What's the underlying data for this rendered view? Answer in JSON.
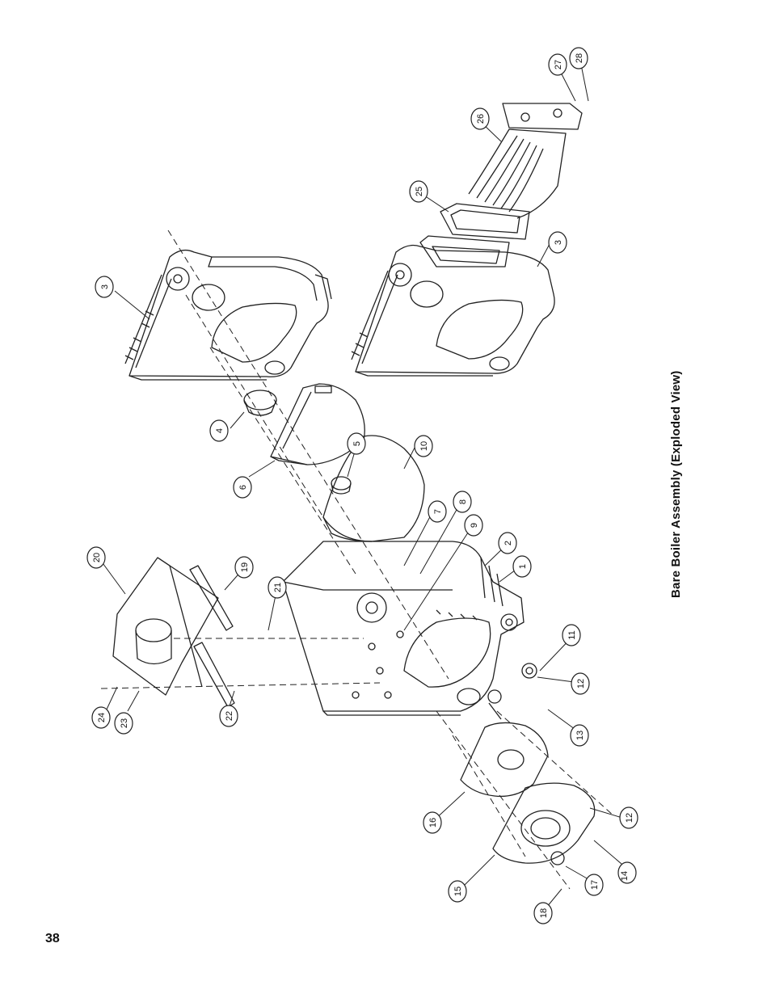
{
  "page": {
    "caption": "Bare Boiler Assembly (Exploded View)",
    "page_number": "38"
  },
  "callouts": [
    {
      "id": "c1",
      "label": "1"
    },
    {
      "id": "c2",
      "label": "2"
    },
    {
      "id": "c3a",
      "label": "3"
    },
    {
      "id": "c3b",
      "label": "3"
    },
    {
      "id": "c4",
      "label": "4"
    },
    {
      "id": "c5",
      "label": "5"
    },
    {
      "id": "c6",
      "label": "6"
    },
    {
      "id": "c7",
      "label": "7"
    },
    {
      "id": "c8",
      "label": "8"
    },
    {
      "id": "c9",
      "label": "9"
    },
    {
      "id": "c10",
      "label": "10"
    },
    {
      "id": "c11",
      "label": "11"
    },
    {
      "id": "c12a",
      "label": "12"
    },
    {
      "id": "c12b",
      "label": "12"
    },
    {
      "id": "c13",
      "label": "13"
    },
    {
      "id": "c14",
      "label": "14"
    },
    {
      "id": "c15",
      "label": "15"
    },
    {
      "id": "c16",
      "label": "16"
    },
    {
      "id": "c17",
      "label": "17"
    },
    {
      "id": "c18",
      "label": "18"
    },
    {
      "id": "c19",
      "label": "19"
    },
    {
      "id": "c20",
      "label": "20"
    },
    {
      "id": "c21",
      "label": "21"
    },
    {
      "id": "c22",
      "label": "22"
    },
    {
      "id": "c23",
      "label": "23"
    },
    {
      "id": "c24",
      "label": "24"
    },
    {
      "id": "c25",
      "label": "25"
    },
    {
      "id": "c26",
      "label": "26"
    },
    {
      "id": "c27",
      "label": "27"
    },
    {
      "id": "c28",
      "label": "28"
    }
  ]
}
